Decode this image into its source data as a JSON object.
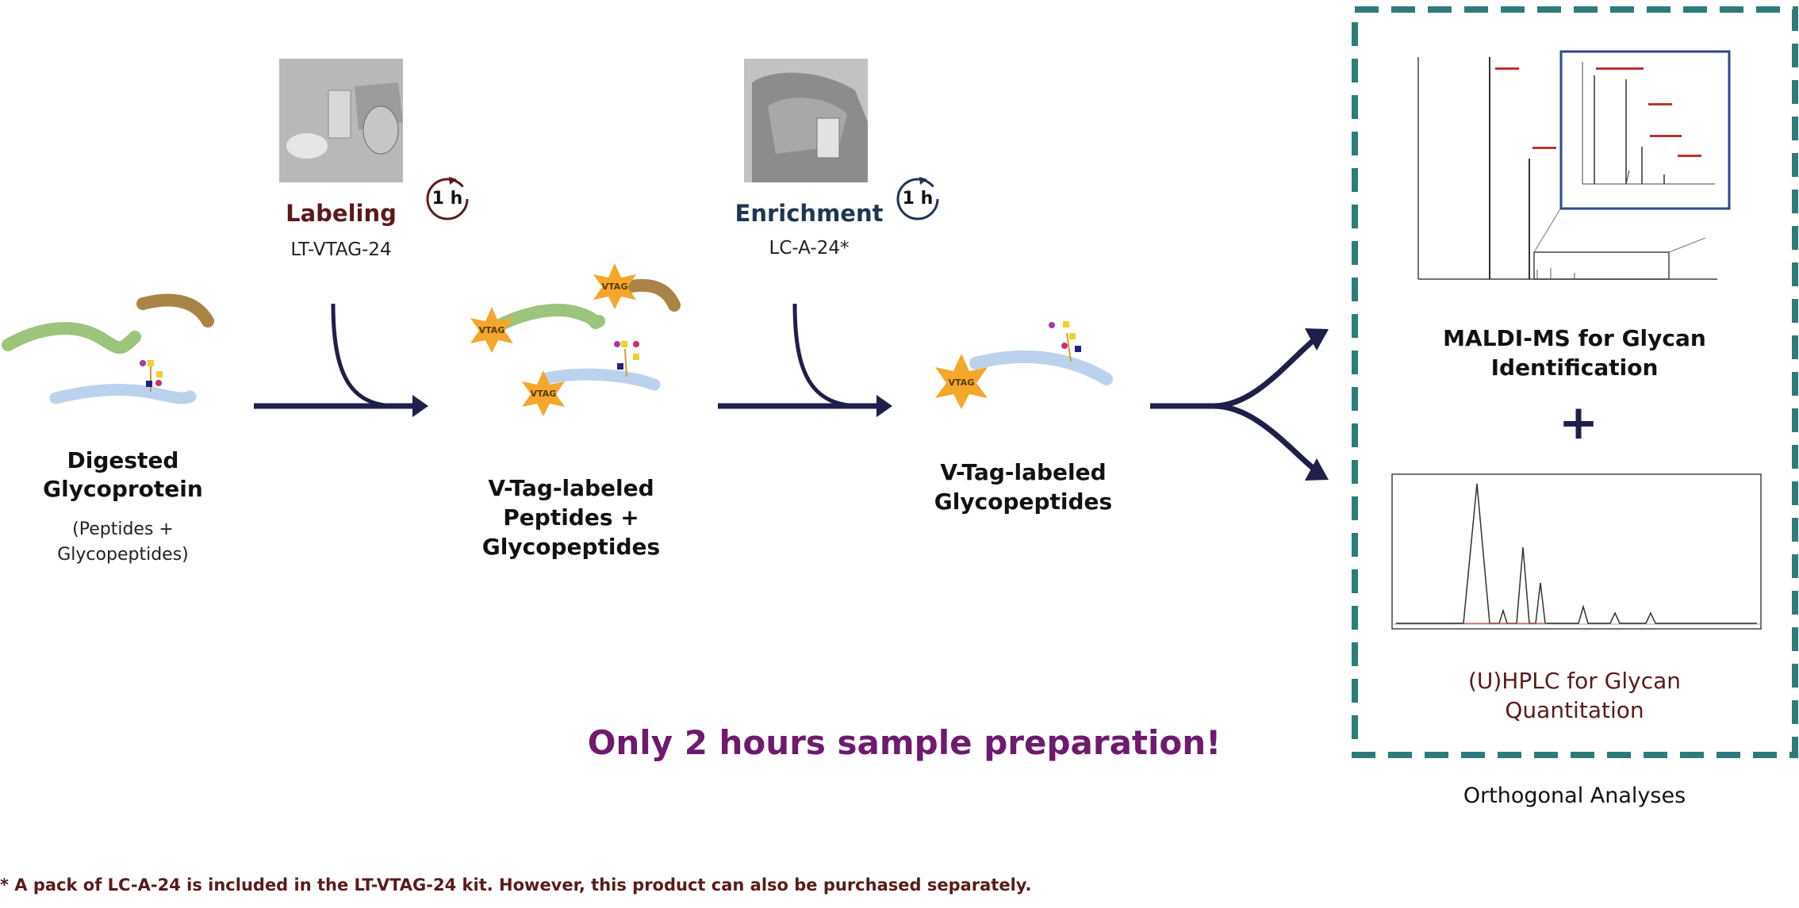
{
  "steps": {
    "labeling": {
      "title": "Labeling",
      "product": "LT-VTAG-24",
      "time": "1 h",
      "color": "#5b1a1a"
    },
    "enrichment": {
      "title": "Enrichment",
      "product": "LC-A-24*",
      "time": "1 h",
      "color": "#1e3553"
    }
  },
  "stages": {
    "digested": {
      "line1": "Digested",
      "line2": "Glycoprotein",
      "note1": "(Peptides +",
      "note2": "Glycopeptides)"
    },
    "labeled": {
      "line1": "V-Tag-labeled",
      "line2": "Peptides +",
      "line3": "Glycopeptides"
    },
    "glyco": {
      "line1": "V-Tag-labeled",
      "line2": "Glycopeptides"
    }
  },
  "tag_text": "VTAG",
  "analyses": {
    "maldi": {
      "line1": "MALDI-MS for Glycan",
      "line2": "Identification"
    },
    "plus": "+",
    "hplc": {
      "line1": "(U)HPLC for Glycan",
      "line2": "Quantitation"
    },
    "caption": "Orthogonal Analyses"
  },
  "highlight": "Only 2 hours sample preparation!",
  "footnote": "* A pack of LC-A-24 is included in the LT-VTAG-24 kit. However, this product can also be purchased separately.",
  "colors": {
    "arrow": "#1f1f4a",
    "box_border": "#2e7b7b",
    "highlight": "#6e1a6e",
    "footnote": "#5b1a1a",
    "hplc_title": "#5b1a1a",
    "peptide_green": "#9cc47a",
    "peptide_brown": "#a88546",
    "peptide_blue": "#bcd2ec",
    "star": "#f4a72a"
  }
}
